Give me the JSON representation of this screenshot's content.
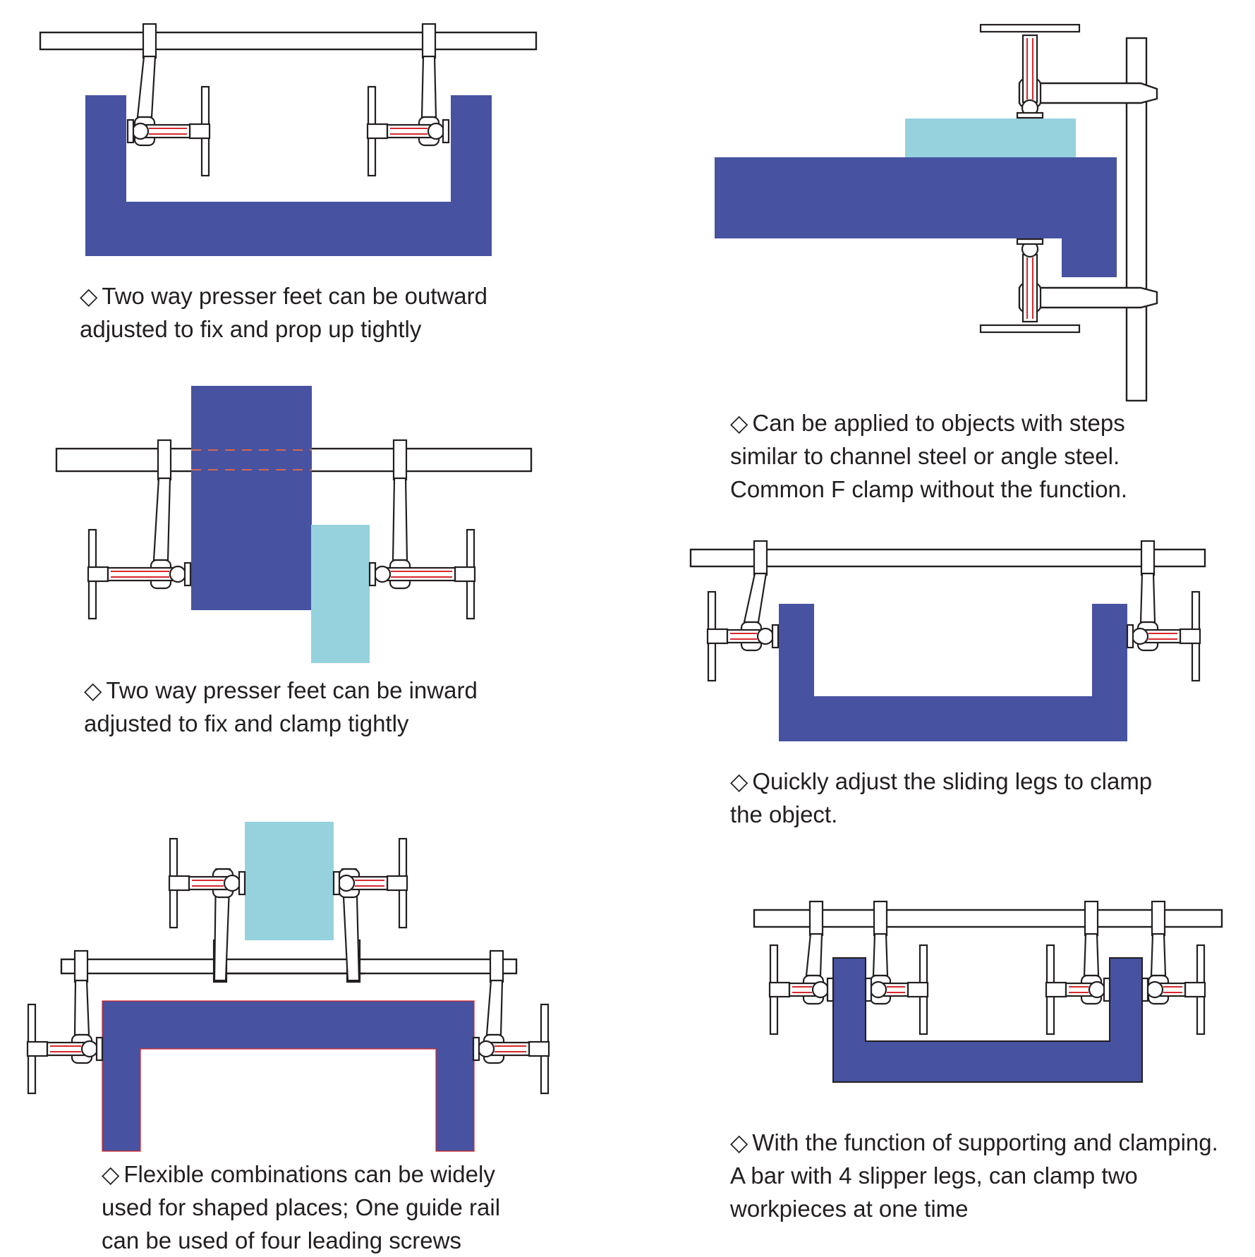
{
  "colors": {
    "workpiece": "#4752a0",
    "block": "#95d2de",
    "outline": "#231f20",
    "screw": "#d6282c",
    "rod": "#ffffff"
  },
  "captions": {
    "symbol": "◇",
    "p1": {
      "line1": "Two way presser feet can be outward",
      "line2": "adjusted to fix and prop up tightly"
    },
    "p2": {
      "line1": "Can be applied to objects with steps",
      "line2": "similar to channel steel or angle steel.",
      "line3": "Common F clamp  without the function."
    },
    "p3": {
      "line1": "Two way presser feet can be inward",
      "line2": "adjusted to fix and clamp tightly"
    },
    "p4": {
      "line1": "Quickly adjust the sliding legs to clamp",
      "line2": "the object."
    },
    "p5": {
      "line1": "Flexible combinations can be widely",
      "line2": "used for shaped places; One guide rail",
      "line3": "can be used of four leading screws"
    },
    "p6": {
      "line1": "With the function of supporting and clamping.",
      "line2": "A bar with 4 slipper legs, can clamp two",
      "line3": "workpieces at one time"
    }
  }
}
